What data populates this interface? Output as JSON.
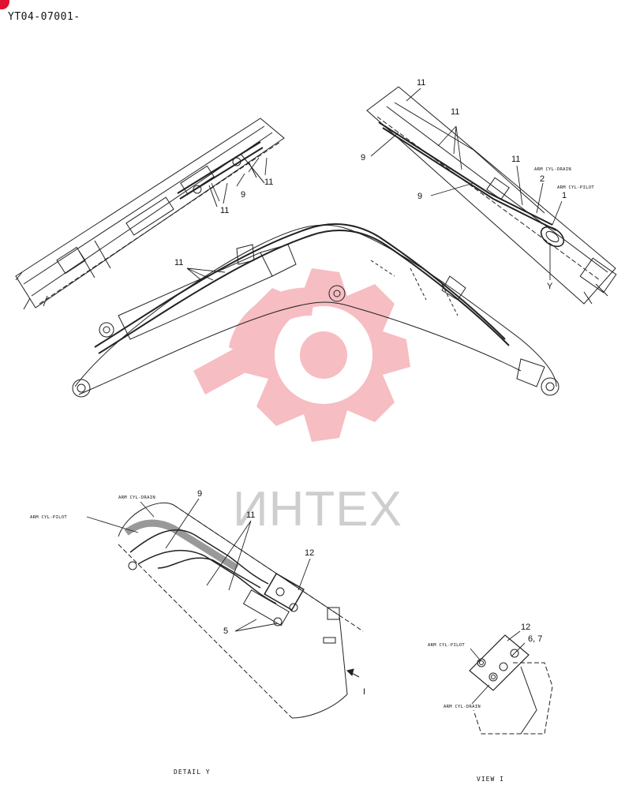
{
  "document": {
    "id": "YT04-07001-"
  },
  "watermark": {
    "brand": "ИНТЕХ",
    "color": "#f4a8ae"
  },
  "callouts": {
    "upper_left": {
      "n11a": "11",
      "n9": "9",
      "n11b": "11"
    },
    "upper_right": {
      "n11a": "11",
      "n11b": "11",
      "n9a": "9",
      "n9b": "9",
      "n11c": "11",
      "n2": "2",
      "n1": "1",
      "view_marker": "Y"
    },
    "middle": {
      "n11": "11"
    },
    "detail": {
      "n9": "9",
      "n11": "11",
      "n12": "12",
      "n5": "5",
      "arrow": "I"
    },
    "view": {
      "n12": "12",
      "n67": "6, 7"
    }
  },
  "hose_labels": {
    "arm_cyl_drain": "ARM CYL-DRAIN",
    "arm_cyl_pilot": "ARM CYL-PILOT"
  },
  "captions": {
    "detail": "DETAIL Y",
    "view": "VIEW I"
  }
}
